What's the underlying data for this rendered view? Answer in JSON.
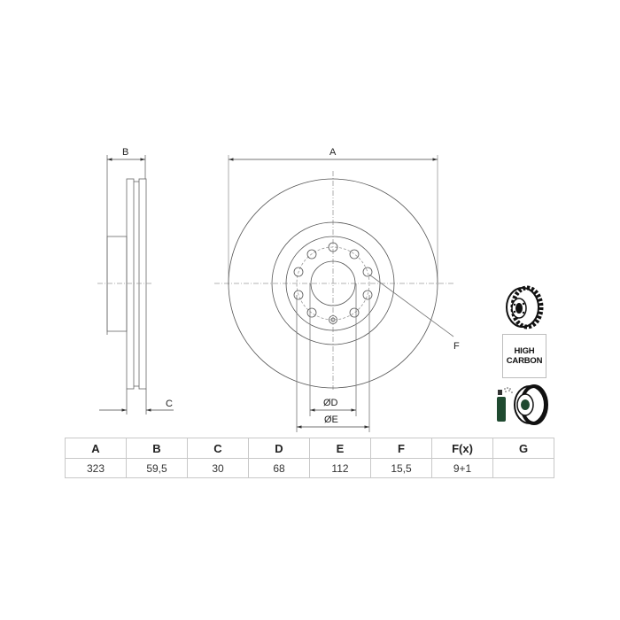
{
  "drawing": {
    "labels": {
      "A": "A",
      "B": "B",
      "C": "C",
      "F": "F",
      "D": "ØD",
      "E": "ØE"
    }
  },
  "badges": {
    "vented_disc_icon": "vented-brake-disc",
    "high_carbon_line1": "HIGH",
    "high_carbon_line2": "CARBON",
    "coated_disc_icon": "spray-coated-disc"
  },
  "colors": {
    "line": "#555555",
    "centerline": "#9a9a9a",
    "table_border": "#c8c8c8",
    "spray_can": "#1f4a30"
  },
  "table": {
    "headers": [
      "A",
      "B",
      "C",
      "D",
      "E",
      "F",
      "F(x)",
      "G"
    ],
    "values": [
      "323",
      "59,5",
      "30",
      "68",
      "112",
      "15,5",
      "9+1",
      ""
    ]
  }
}
